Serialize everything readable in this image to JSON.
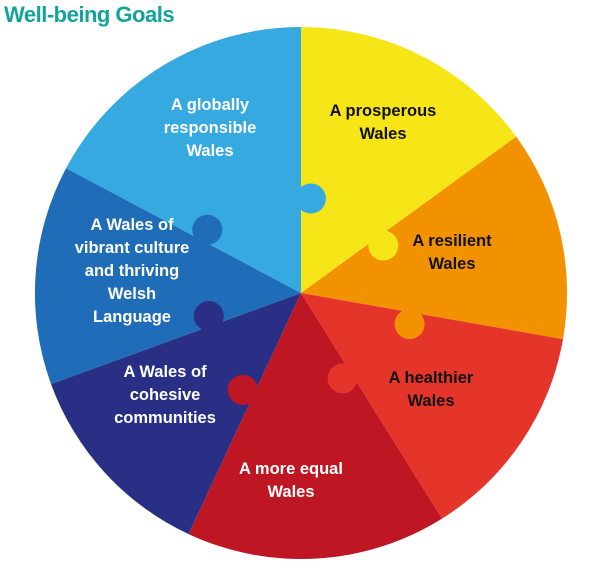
{
  "title": "Well-being Goals",
  "colors": {
    "title": "#12a39a",
    "yellow": "#f7e617",
    "orange": "#f29200",
    "red": "#e5352b",
    "crimson": "#be1622",
    "navy": "#2a2f86",
    "blue": "#1f6db8",
    "sky": "#36a9e1"
  },
  "goals": [
    {
      "lines": [
        "A prosperous",
        "Wales"
      ],
      "color": "#f7e617",
      "text_color": "#111111"
    },
    {
      "lines": [
        "A resilient",
        "Wales"
      ],
      "color": "#f29200",
      "text_color": "#111111"
    },
    {
      "lines": [
        "A healthier",
        "Wales"
      ],
      "color": "#e5352b",
      "text_color": "#111111"
    },
    {
      "lines": [
        "A more equal",
        "Wales"
      ],
      "color": "#be1622",
      "text_color": "#ffffff"
    },
    {
      "lines": [
        "A Wales of",
        "cohesive",
        "communities"
      ],
      "color": "#2a2f86",
      "text_color": "#ffffff"
    },
    {
      "lines": [
        "A Wales of",
        "vibrant culture",
        "and thriving",
        "Welsh",
        "Language"
      ],
      "color": "#1f6db8",
      "text_color": "#ffffff"
    },
    {
      "lines": [
        "A globally",
        "responsible",
        "Wales"
      ],
      "color": "#36a9e1",
      "text_color": "#ffffff"
    }
  ]
}
